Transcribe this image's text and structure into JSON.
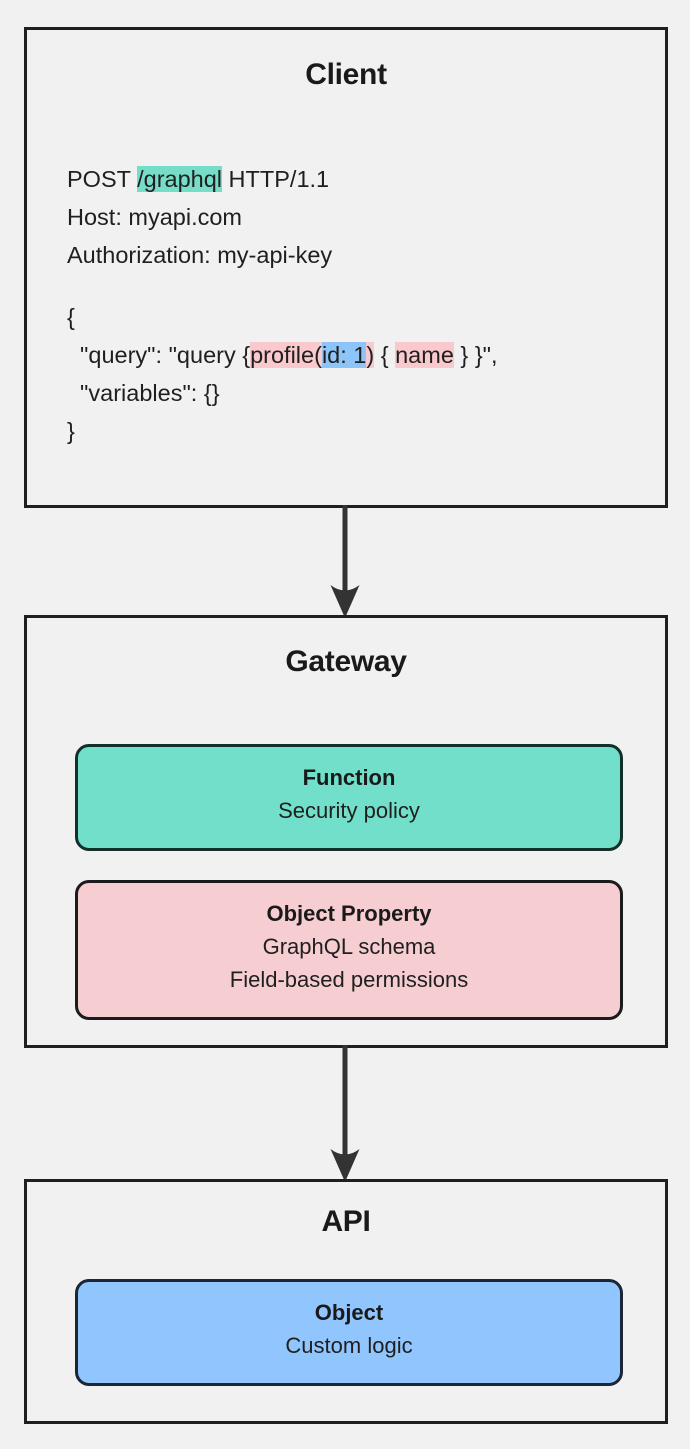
{
  "diagram": {
    "title": "GraphQL request flow through gateway to API",
    "background_color": "#f1f1f1",
    "border_color": "#1f1f1f"
  },
  "colors": {
    "green_fill": "#72dfca",
    "green_highlight": "#76ddc9",
    "pink_fill": "#f6ced1",
    "pink_highlight": "#f9c9cd",
    "blue_fill": "#90c6fd",
    "blue_highlight": "#8dc5f8",
    "text": "#1f1f1f"
  },
  "client": {
    "title": "Client",
    "request": {
      "line1": {
        "method": "POST ",
        "path": "/graphql",
        "protocol": " HTTP/1.1"
      },
      "line2": "Host: myapi.com",
      "line3": "Authorization: my-api-key",
      "body": {
        "open_brace": "{",
        "query_prefix": "  \"query\": \"query {",
        "query_field": "profile(",
        "query_arg": "id: 1",
        "query_close_paren": ")",
        "query_mid": " { ",
        "query_selection": "name",
        "query_suffix": " } }\",",
        "variables": "  \"variables\": {}",
        "close_brace": "}"
      }
    }
  },
  "gateway": {
    "title": "Gateway",
    "nodes": [
      {
        "name": "Function",
        "lines": [
          "Security policy"
        ]
      },
      {
        "name": "Object Property",
        "lines": [
          "GraphQL schema",
          "Field-based permissions"
        ]
      }
    ]
  },
  "api": {
    "title": "API",
    "nodes": [
      {
        "name": "Object",
        "lines": [
          "Custom logic"
        ]
      }
    ]
  },
  "arrows": [
    {
      "from": "Client",
      "to": "Gateway",
      "direction": "down"
    },
    {
      "from": "Gateway",
      "to": "API",
      "direction": "down"
    }
  ]
}
